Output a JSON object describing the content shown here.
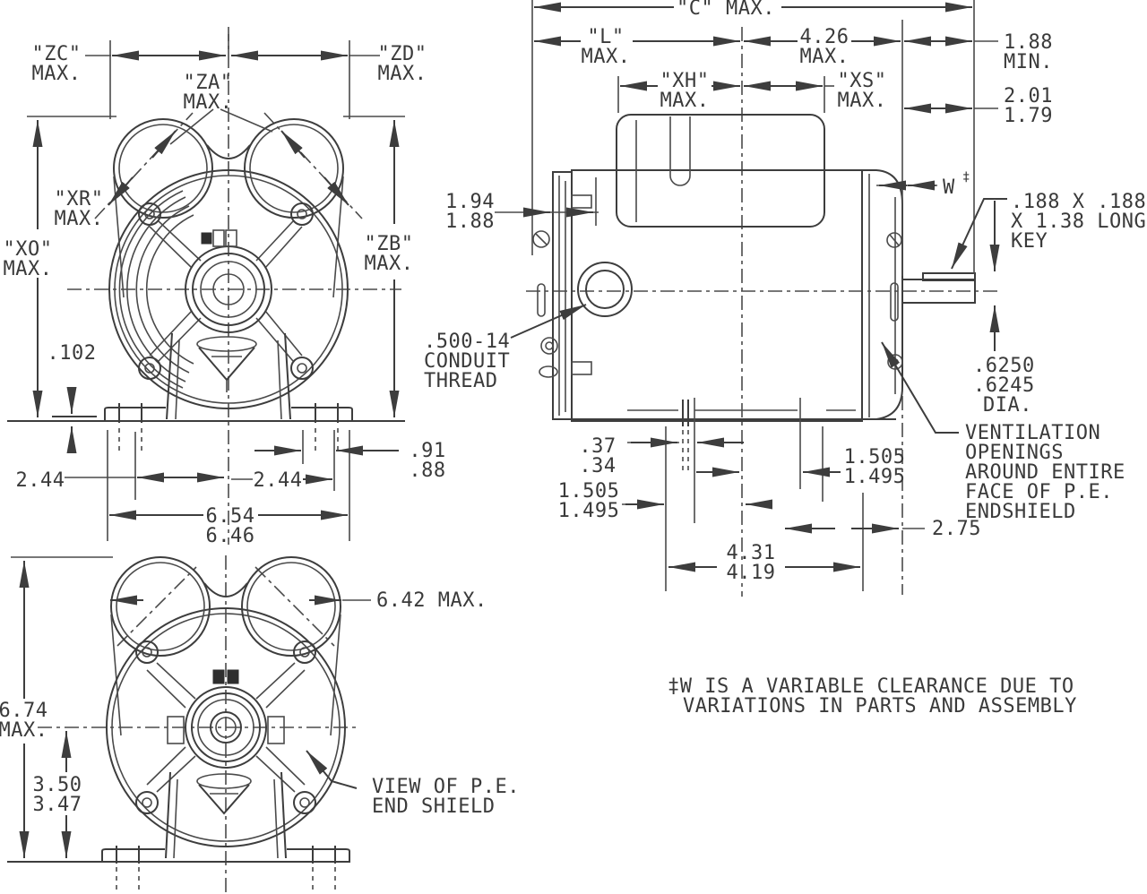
{
  "drawing": {
    "front_view": {
      "zc": [
        "\"ZC\"",
        "MAX."
      ],
      "za": [
        "\"ZA\"",
        "MAX."
      ],
      "zd": [
        "\"ZD\"",
        "MAX."
      ],
      "xr": [
        "\"XR\"",
        "MAX."
      ],
      "xo": [
        "\"XO\"",
        "MAX."
      ],
      "zb": [
        "\"ZB\"",
        "MAX."
      ],
      "dim_foot_pad": ".102",
      "dim_left_bolt": "2.44",
      "dim_right_bolt": "2.44",
      "dim_slot": [
        ".91",
        ".88"
      ],
      "dim_base_width": [
        "6.54",
        "6.46"
      ]
    },
    "pe_view": {
      "dim_width": "6.42 MAX.",
      "dim_height": [
        "6.74",
        "MAX."
      ],
      "dim_shaft_height": [
        "3.50",
        "3.47"
      ],
      "caption": [
        "VIEW OF P.E.",
        "END SHIELD"
      ]
    },
    "side_view": {
      "dim_c": "\"C\" MAX.",
      "dim_l": [
        "\"L\"",
        "MAX."
      ],
      "dim_426": [
        "4.26",
        "MAX."
      ],
      "dim_188_min": [
        "1.88",
        "MIN."
      ],
      "dim_201": [
        "2.01",
        "1.79"
      ],
      "dim_xh": [
        "\"XH\"",
        "MAX."
      ],
      "dim_xs": [
        "\"XS\"",
        "MAX."
      ],
      "dim_194": [
        "1.94",
        "1.88"
      ],
      "w_label": "W",
      "w_mark": "‡",
      "key_note": [
        ".188 X .188",
        "X 1.38 LONG",
        "KEY"
      ],
      "conduit_note": [
        ".500-14",
        "CONDUIT",
        "THREAD"
      ],
      "shaft_dia": [
        ".6250",
        ".6245",
        "DIA."
      ],
      "vent_note": [
        "VENTILATION",
        "OPENINGS",
        "AROUND ENTIRE",
        "FACE OF P.E.",
        "ENDSHIELD"
      ],
      "dim_37": [
        ".37",
        ".34"
      ],
      "dim_1505_left": [
        "1.505",
        "1.495"
      ],
      "dim_1505_right": [
        "1.505",
        "1.495"
      ],
      "dim_431": [
        "4.31",
        "4.19"
      ],
      "dim_275": "2.75"
    },
    "footnote": [
      "‡W IS A VARIABLE CLEARANCE DUE TO",
      "VARIATIONS IN PARTS AND ASSEMBLY"
    ],
    "colors": {
      "line": "#3d3d3d",
      "background": "#ffffff"
    }
  }
}
